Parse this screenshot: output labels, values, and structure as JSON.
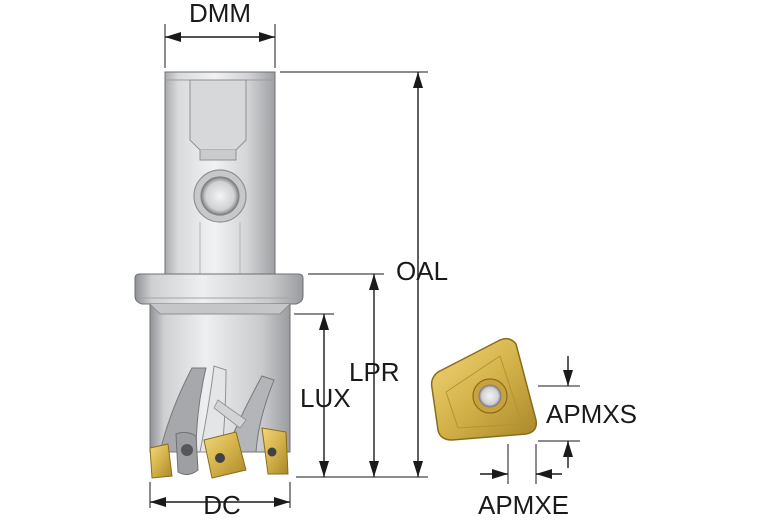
{
  "dimensions": {
    "dmm": "DMM",
    "oal": "OAL",
    "lpr": "LPR",
    "lux": "LUX",
    "dc": "DC",
    "apmxs": "APMXS",
    "apmxe": "APMXE"
  },
  "colors": {
    "steel_light": "#e6e7e8",
    "steel_mid": "#bfc1c3",
    "steel_dark": "#8e9093",
    "insert_gold": "#d4b24a",
    "insert_dark": "#9a7c22",
    "dimension_line": "#1a1a1a"
  }
}
